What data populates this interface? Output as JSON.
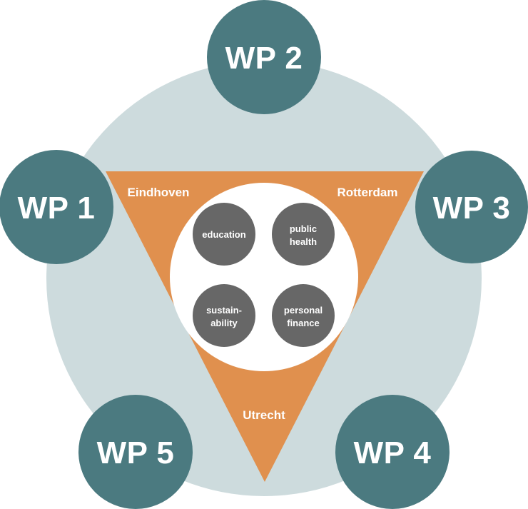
{
  "colors": {
    "background_circle": "#cddbdd",
    "triangle": "#e0904e",
    "inner_circle": "#ffffff",
    "wp_circle": "#4b7a80",
    "topic_circle": "#676767",
    "text": "#ffffff"
  },
  "work_packages": [
    {
      "label": "WP 1"
    },
    {
      "label": "WP 2"
    },
    {
      "label": "WP 3"
    },
    {
      "label": "WP 4"
    },
    {
      "label": "WP 5"
    }
  ],
  "cities": [
    {
      "label": "Eindhoven"
    },
    {
      "label": "Rotterdam"
    },
    {
      "label": "Utrecht"
    }
  ],
  "topics": [
    {
      "lines": [
        "education"
      ]
    },
    {
      "lines": [
        "public",
        "health"
      ]
    },
    {
      "lines": [
        "sustain-",
        "ability"
      ]
    },
    {
      "lines": [
        "personal",
        "finance"
      ]
    }
  ]
}
